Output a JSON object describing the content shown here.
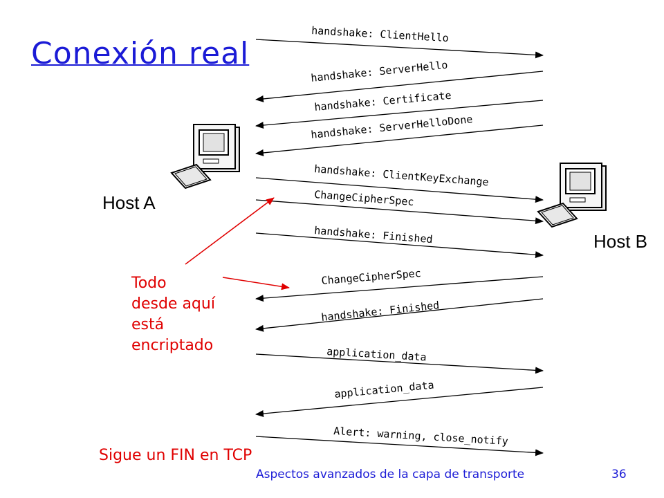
{
  "title": "Conexión real",
  "hosts": {
    "a": "Host A",
    "b": "Host B"
  },
  "messages": [
    {
      "text": "handshake: ClientHello",
      "direction": "A→B"
    },
    {
      "text": "handshake: ServerHello",
      "direction": "B→A"
    },
    {
      "text": "handshake: Certificate",
      "direction": "B→A"
    },
    {
      "text": "handshake: ServerHelloDone",
      "direction": "B→A"
    },
    {
      "text": "handshake: ClientKeyExchange",
      "direction": "A→B"
    },
    {
      "text": "ChangeCipherSpec",
      "direction": "A→B"
    },
    {
      "text": "handshake: Finished",
      "direction": "A→B"
    },
    {
      "text": "ChangeCipherSpec",
      "direction": "B→A"
    },
    {
      "text": "handshake: Finished",
      "direction": "B→A"
    },
    {
      "text": "application_data",
      "direction": "A→B"
    },
    {
      "text": "application_data",
      "direction": "B→A"
    },
    {
      "text": "Alert: warning, close_notify",
      "direction": "A→B"
    }
  ],
  "annotations": {
    "encrypted_note": [
      "Todo",
      "desde aquí",
      "está",
      "encriptado"
    ],
    "fin_note": "Sigue un FIN en TCP"
  },
  "footer": {
    "course": "Aspectos avanzados de la capa de transporte",
    "page": "36"
  },
  "colors": {
    "title": "#1b1bd6",
    "annotation": "#e00000",
    "arrows": "#000000"
  },
  "icons": [
    "computer-icon",
    "computer-icon"
  ]
}
